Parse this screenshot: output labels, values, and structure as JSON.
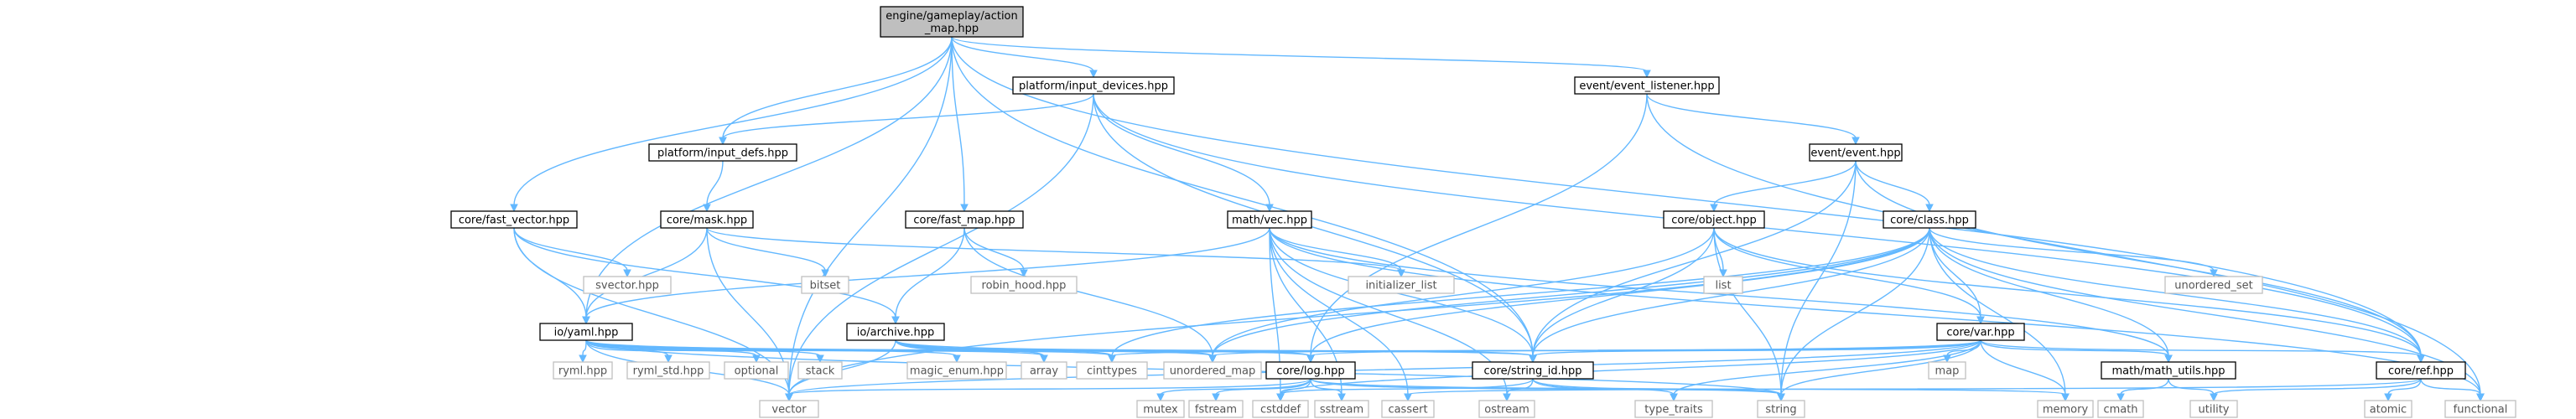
{
  "colors": {
    "edge": "#63b8ff",
    "root_fill": "#bfbfbf",
    "internal_border": "#000000",
    "external_border": "#c0c0c0",
    "external_text": "#555555",
    "text": "#000000"
  },
  "nodes": [
    {
      "id": "root",
      "lines": [
        "engine/gameplay/action",
        "_map.hpp"
      ],
      "kind": "root"
    },
    {
      "id": "input_devices",
      "lines": [
        "platform/input_devices.hpp"
      ],
      "kind": "internal"
    },
    {
      "id": "event_listener",
      "lines": [
        "event/event_listener.hpp"
      ],
      "kind": "internal"
    },
    {
      "id": "input_defs",
      "lines": [
        "platform/input_defs.hpp"
      ],
      "kind": "internal"
    },
    {
      "id": "event",
      "lines": [
        "event/event.hpp"
      ],
      "kind": "internal"
    },
    {
      "id": "fast_vector",
      "lines": [
        "core/fast_vector.hpp"
      ],
      "kind": "internal"
    },
    {
      "id": "mask",
      "lines": [
        "core/mask.hpp"
      ],
      "kind": "internal"
    },
    {
      "id": "fast_map",
      "lines": [
        "core/fast_map.hpp"
      ],
      "kind": "internal"
    },
    {
      "id": "vec",
      "lines": [
        "math/vec.hpp"
      ],
      "kind": "internal"
    },
    {
      "id": "object",
      "lines": [
        "core/object.hpp"
      ],
      "kind": "internal"
    },
    {
      "id": "class",
      "lines": [
        "core/class.hpp"
      ],
      "kind": "internal"
    },
    {
      "id": "svector",
      "lines": [
        "svector.hpp"
      ],
      "kind": "external"
    },
    {
      "id": "bitset",
      "lines": [
        "bitset"
      ],
      "kind": "external"
    },
    {
      "id": "robin_hood",
      "lines": [
        "robin_hood.hpp"
      ],
      "kind": "external"
    },
    {
      "id": "initializer_list",
      "lines": [
        "initializer_list"
      ],
      "kind": "external"
    },
    {
      "id": "list",
      "lines": [
        "list"
      ],
      "kind": "external"
    },
    {
      "id": "unordered_set",
      "lines": [
        "unordered_set"
      ],
      "kind": "external"
    },
    {
      "id": "yaml",
      "lines": [
        "io/yaml.hpp"
      ],
      "kind": "internal"
    },
    {
      "id": "archive",
      "lines": [
        "io/archive.hpp"
      ],
      "kind": "internal"
    },
    {
      "id": "var",
      "lines": [
        "core/var.hpp"
      ],
      "kind": "internal"
    },
    {
      "id": "ryml",
      "lines": [
        "ryml.hpp"
      ],
      "kind": "external"
    },
    {
      "id": "ryml_std",
      "lines": [
        "ryml_std.hpp"
      ],
      "kind": "external"
    },
    {
      "id": "optional",
      "lines": [
        "optional"
      ],
      "kind": "external"
    },
    {
      "id": "stack",
      "lines": [
        "stack"
      ],
      "kind": "external"
    },
    {
      "id": "magic_enum",
      "lines": [
        "magic_enum.hpp"
      ],
      "kind": "external"
    },
    {
      "id": "array",
      "lines": [
        "array"
      ],
      "kind": "external"
    },
    {
      "id": "cinttypes",
      "lines": [
        "cinttypes"
      ],
      "kind": "external"
    },
    {
      "id": "unordered_map",
      "lines": [
        "unordered_map"
      ],
      "kind": "external"
    },
    {
      "id": "log",
      "lines": [
        "core/log.hpp"
      ],
      "kind": "internal"
    },
    {
      "id": "string_id",
      "lines": [
        "core/string_id.hpp"
      ],
      "kind": "internal"
    },
    {
      "id": "map",
      "lines": [
        "map"
      ],
      "kind": "external"
    },
    {
      "id": "math_utils",
      "lines": [
        "math/math_utils.hpp"
      ],
      "kind": "internal"
    },
    {
      "id": "ref",
      "lines": [
        "core/ref.hpp"
      ],
      "kind": "internal"
    },
    {
      "id": "vector",
      "lines": [
        "vector"
      ],
      "kind": "external"
    },
    {
      "id": "mutex",
      "lines": [
        "mutex"
      ],
      "kind": "external"
    },
    {
      "id": "fstream",
      "lines": [
        "fstream"
      ],
      "kind": "external"
    },
    {
      "id": "cstddef",
      "lines": [
        "cstddef"
      ],
      "kind": "external"
    },
    {
      "id": "sstream",
      "lines": [
        "sstream"
      ],
      "kind": "external"
    },
    {
      "id": "cassert",
      "lines": [
        "cassert"
      ],
      "kind": "external"
    },
    {
      "id": "ostream",
      "lines": [
        "ostream"
      ],
      "kind": "external"
    },
    {
      "id": "type_traits",
      "lines": [
        "type_traits"
      ],
      "kind": "external"
    },
    {
      "id": "string",
      "lines": [
        "string"
      ],
      "kind": "external"
    },
    {
      "id": "memory",
      "lines": [
        "memory"
      ],
      "kind": "external"
    },
    {
      "id": "cmath",
      "lines": [
        "cmath"
      ],
      "kind": "external"
    },
    {
      "id": "utility",
      "lines": [
        "utility"
      ],
      "kind": "external"
    },
    {
      "id": "atomic",
      "lines": [
        "atomic"
      ],
      "kind": "external"
    },
    {
      "id": "functional",
      "lines": [
        "functional"
      ],
      "kind": "external"
    }
  ],
  "edges": [
    [
      "root",
      "vector"
    ],
    [
      "root",
      "fast_vector"
    ],
    [
      "root",
      "yaml"
    ],
    [
      "root",
      "input_defs"
    ],
    [
      "root",
      "input_devices"
    ],
    [
      "root",
      "fast_map"
    ],
    [
      "root",
      "string_id"
    ],
    [
      "root",
      "event_listener"
    ],
    [
      "root",
      "ref"
    ],
    [
      "input_devices",
      "input_defs"
    ],
    [
      "input_devices",
      "vec"
    ],
    [
      "input_devices",
      "string_id"
    ],
    [
      "input_devices",
      "vector"
    ],
    [
      "input_devices",
      "ref"
    ],
    [
      "event_listener",
      "event"
    ],
    [
      "event_listener",
      "log"
    ],
    [
      "event_listener",
      "functional"
    ],
    [
      "input_defs",
      "mask"
    ],
    [
      "event",
      "object"
    ],
    [
      "event",
      "class"
    ],
    [
      "event",
      "string_id"
    ],
    [
      "event",
      "ref"
    ],
    [
      "event",
      "string"
    ],
    [
      "fast_vector",
      "svector"
    ],
    [
      "fast_vector",
      "yaml"
    ],
    [
      "fast_vector",
      "archive"
    ],
    [
      "fast_vector",
      "vector"
    ],
    [
      "mask",
      "yaml"
    ],
    [
      "mask",
      "bitset"
    ],
    [
      "mask",
      "initializer_list"
    ],
    [
      "mask",
      "vector"
    ],
    [
      "fast_map",
      "robin_hood"
    ],
    [
      "fast_map",
      "archive"
    ],
    [
      "fast_map",
      "unordered_map"
    ],
    [
      "vec",
      "yaml"
    ],
    [
      "vec",
      "initializer_list"
    ],
    [
      "vec",
      "math_utils"
    ],
    [
      "vec",
      "cstddef"
    ],
    [
      "vec",
      "sstream"
    ],
    [
      "vec",
      "cassert"
    ],
    [
      "vec",
      "ostream"
    ],
    [
      "vec",
      "functional"
    ],
    [
      "vec",
      "string_id"
    ],
    [
      "object",
      "list"
    ],
    [
      "object",
      "var"
    ],
    [
      "object",
      "string_id"
    ],
    [
      "object",
      "ref"
    ],
    [
      "object",
      "string"
    ],
    [
      "object",
      "unordered_map"
    ],
    [
      "class",
      "var"
    ],
    [
      "class",
      "string_id"
    ],
    [
      "class",
      "ref"
    ],
    [
      "class",
      "unordered_set"
    ],
    [
      "class",
      "unordered_map"
    ],
    [
      "class",
      "functional"
    ],
    [
      "class",
      "string"
    ],
    [
      "class",
      "memory"
    ],
    [
      "class",
      "log"
    ],
    [
      "class",
      "cinttypes"
    ],
    [
      "class",
      "vector"
    ],
    [
      "class",
      "math_utils"
    ],
    [
      "yaml",
      "ryml"
    ],
    [
      "yaml",
      "ryml_std"
    ],
    [
      "yaml",
      "optional"
    ],
    [
      "yaml",
      "stack"
    ],
    [
      "yaml",
      "magic_enum"
    ],
    [
      "yaml",
      "array"
    ],
    [
      "yaml",
      "cinttypes"
    ],
    [
      "yaml",
      "unordered_map"
    ],
    [
      "yaml",
      "log"
    ],
    [
      "yaml",
      "string_id"
    ],
    [
      "yaml",
      "vector"
    ],
    [
      "yaml",
      "string"
    ],
    [
      "archive",
      "array"
    ],
    [
      "archive",
      "cinttypes"
    ],
    [
      "archive",
      "unordered_map"
    ],
    [
      "archive",
      "log"
    ],
    [
      "archive",
      "string_id"
    ],
    [
      "archive",
      "vector"
    ],
    [
      "var",
      "log"
    ],
    [
      "var",
      "string_id"
    ],
    [
      "var",
      "map"
    ],
    [
      "var",
      "math_utils"
    ],
    [
      "var",
      "ref"
    ],
    [
      "var",
      "memory"
    ],
    [
      "var",
      "string"
    ],
    [
      "var",
      "type_traits"
    ],
    [
      "var",
      "cstddef"
    ],
    [
      "var",
      "cinttypes"
    ],
    [
      "var",
      "unordered_map"
    ],
    [
      "var",
      "vector"
    ],
    [
      "log",
      "mutex"
    ],
    [
      "log",
      "fstream"
    ],
    [
      "log",
      "cstddef"
    ],
    [
      "log",
      "sstream"
    ],
    [
      "log",
      "vector"
    ],
    [
      "log",
      "string"
    ],
    [
      "log",
      "memory"
    ],
    [
      "string_id",
      "cstddef"
    ],
    [
      "string_id",
      "ostream"
    ],
    [
      "string_id",
      "type_traits"
    ],
    [
      "string_id",
      "string"
    ],
    [
      "math_utils",
      "cmath"
    ],
    [
      "math_utils",
      "utility"
    ],
    [
      "ref",
      "cassert"
    ],
    [
      "ref",
      "atomic"
    ],
    [
      "ref",
      "functional"
    ],
    [
      "ref",
      "utility"
    ]
  ]
}
